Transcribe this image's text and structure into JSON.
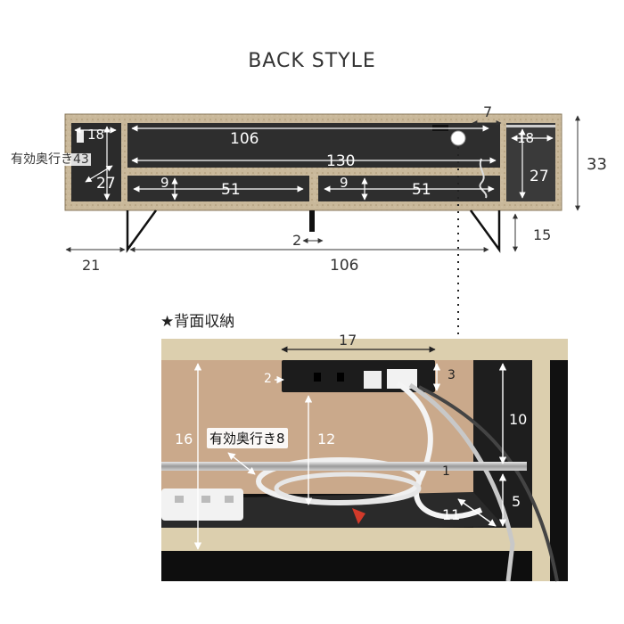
{
  "title": "BACK STYLE",
  "unit_board": {
    "dims": {
      "shelf_width": "106",
      "left_depth": "18",
      "left_height": "27",
      "effective_depth": "有効奥行き43",
      "cord_hole": "7",
      "total_width": "130",
      "right_depth": "18",
      "right_height": "27",
      "total_height": "33",
      "opening_left_h": "9",
      "opening_left_w": "51",
      "opening_right_h": "9",
      "opening_right_w": "51",
      "leg_width": "2",
      "leg_height": "15",
      "leg_inset": "21",
      "leg_span": "106"
    }
  },
  "back_storage": {
    "heading": "★背面収納",
    "dims": {
      "width": "17",
      "outlet_offset": "2",
      "top_gap": "3",
      "side_height": "10",
      "height": "16",
      "effective_depth": "有効奥行き8",
      "bar_height": "12",
      "bar_diameter": "1",
      "bottom_gap": "5",
      "depth": "11"
    }
  }
}
